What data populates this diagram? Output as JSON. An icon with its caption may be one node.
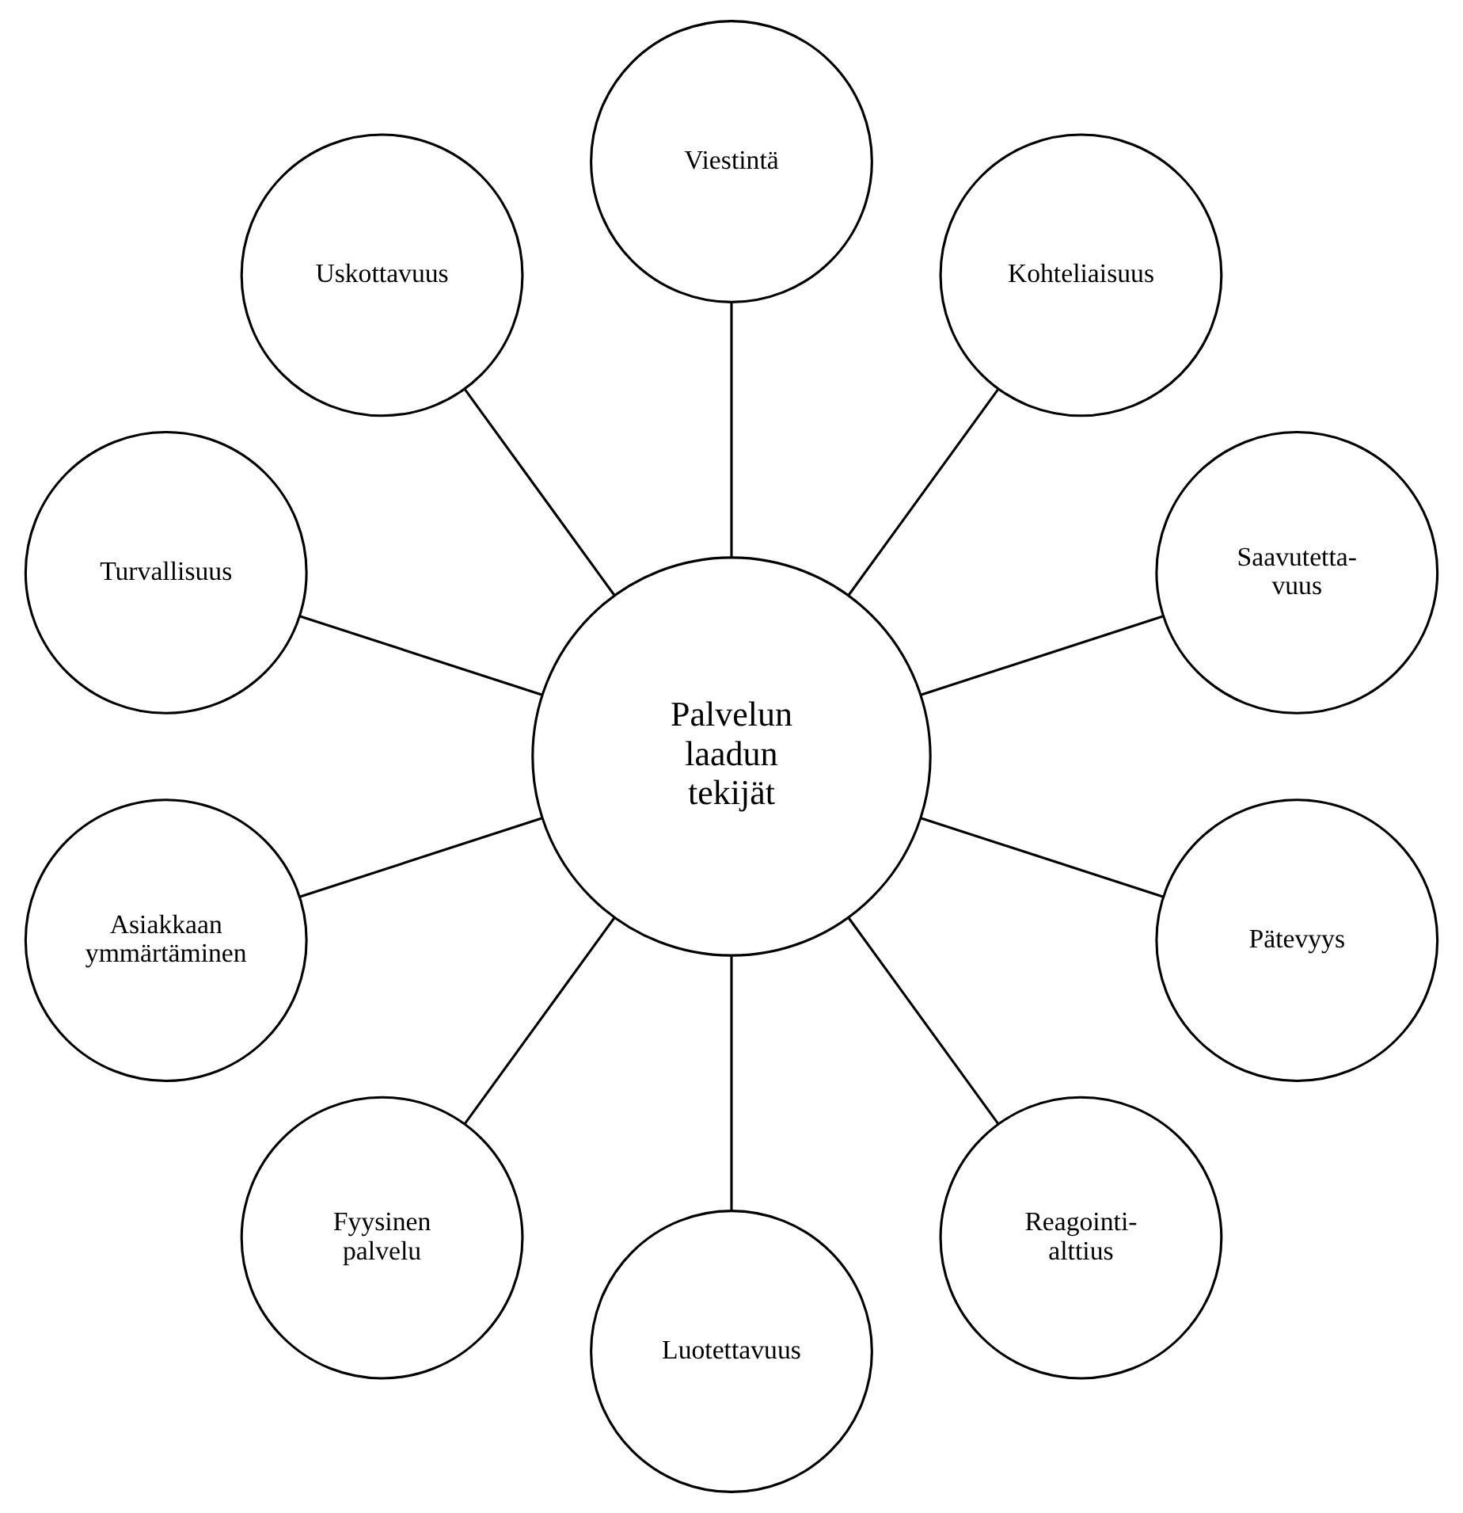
{
  "diagram": {
    "nodes": [
      {
        "text": [
          "Palvelun laadun tekijät"
        ]
      },
      {
        "text": [
          "Saavutetta- vuus"
        ]
      },
      {
        "text": [
          "Kohteliaisuus"
        ]
      },
      {
        "text": [
          "Viestintä"
        ]
      },
      {
        "text": [
          "Uskottavuus"
        ]
      },
      {
        "text": [
          "Turvallisuus"
        ]
      },
      {
        "text": [
          "Asiakkaan ymmärtäminen"
        ]
      },
      {
        "text": [
          "Fyysinen palvelu"
        ]
      },
      {
        "text": [
          "Luotettavuus"
        ]
      },
      {
        "text": [
          "Reagointi- alttius"
        ]
      },
      {
        "text": [
          "Pätevyys"
        ]
      }
    ],
    "edges": [
      {
        "from": 0,
        "to": 1,
        "arrow": "none"
      },
      {
        "from": 0,
        "to": 2,
        "arrow": "none"
      },
      {
        "from": 0,
        "to": 3,
        "arrow": "none"
      },
      {
        "from": 0,
        "to": 4,
        "arrow": "none"
      },
      {
        "from": 0,
        "to": 5,
        "arrow": "none"
      },
      {
        "from": 0,
        "to": 6,
        "arrow": "none"
      },
      {
        "from": 0,
        "to": 7,
        "arrow": "none"
      },
      {
        "from": 0,
        "to": 8,
        "arrow": "none"
      },
      {
        "from": 0,
        "to": 9,
        "arrow": "none"
      },
      {
        "from": 0,
        "to": 10,
        "arrow": "none"
      }
    ]
  }
}
